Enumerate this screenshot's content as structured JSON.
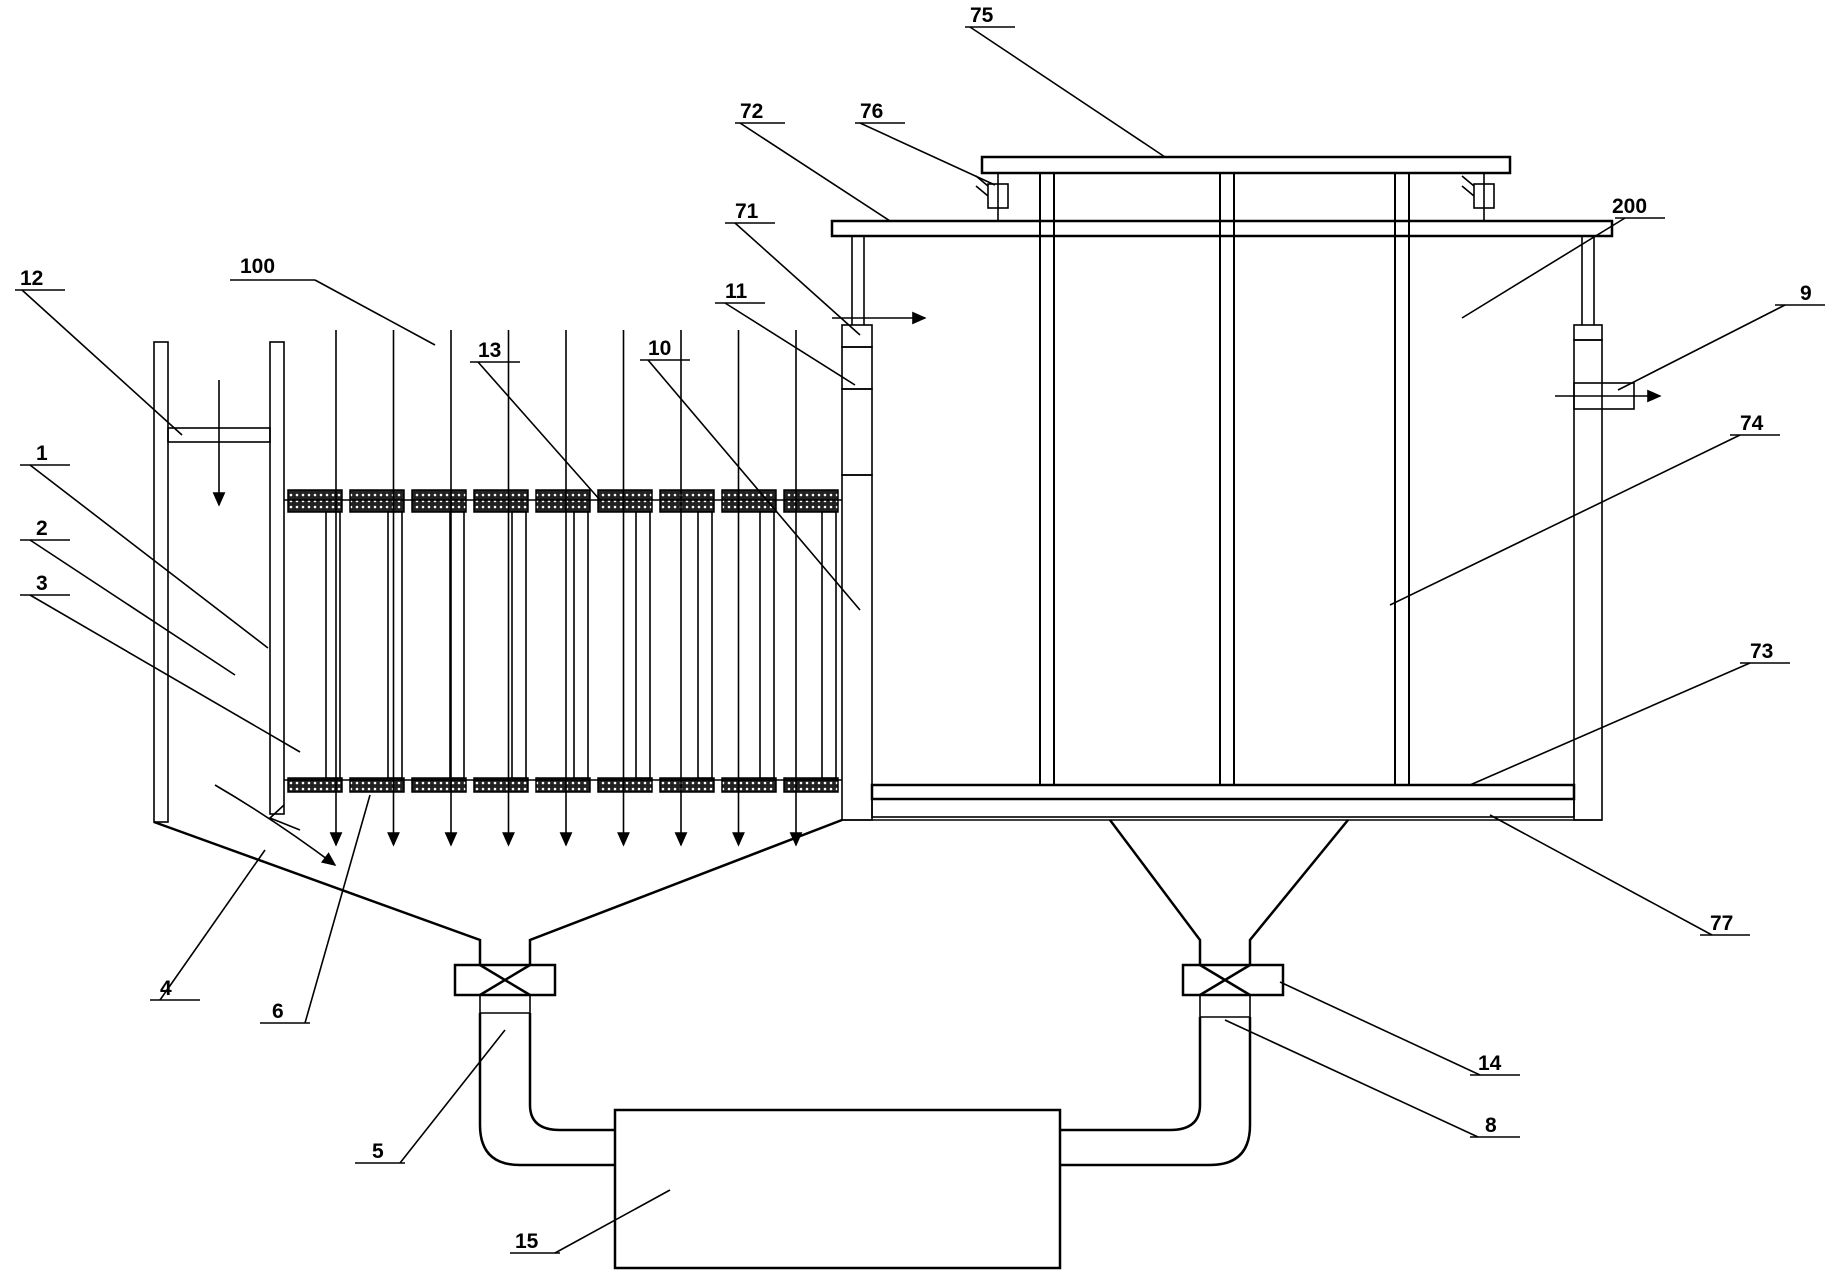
{
  "diagram": {
    "labels": [
      {
        "id": "75",
        "text": "75"
      },
      {
        "id": "76",
        "text": "76"
      },
      {
        "id": "72",
        "text": "72"
      },
      {
        "id": "71",
        "text": "71"
      },
      {
        "id": "11",
        "text": "11"
      },
      {
        "id": "10",
        "text": "10"
      },
      {
        "id": "13",
        "text": "13"
      },
      {
        "id": "100",
        "text": "100"
      },
      {
        "id": "12",
        "text": "12"
      },
      {
        "id": "1",
        "text": "1"
      },
      {
        "id": "2",
        "text": "2"
      },
      {
        "id": "3",
        "text": "3"
      },
      {
        "id": "4",
        "text": "4"
      },
      {
        "id": "6",
        "text": "6"
      },
      {
        "id": "5",
        "text": "5"
      },
      {
        "id": "15",
        "text": "15"
      },
      {
        "id": "14",
        "text": "14"
      },
      {
        "id": "8",
        "text": "8"
      },
      {
        "id": "77",
        "text": "77"
      },
      {
        "id": "73",
        "text": "73"
      },
      {
        "id": "74",
        "text": "74"
      },
      {
        "id": "9",
        "text": "9"
      },
      {
        "id": "200",
        "text": "200"
      }
    ]
  }
}
